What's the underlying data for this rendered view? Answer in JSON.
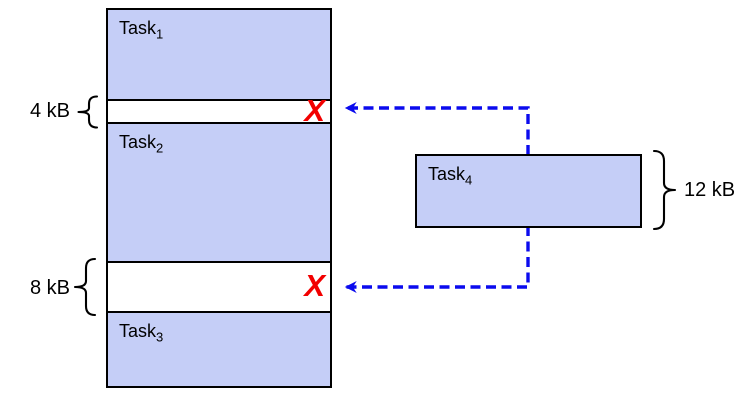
{
  "memory_column": {
    "blocks": [
      {
        "type": "task",
        "label": "Task",
        "subscript": "1"
      },
      {
        "type": "free_gap",
        "size_label": "4 kB",
        "reject_mark": "X"
      },
      {
        "type": "task",
        "label": "Task",
        "subscript": "2"
      },
      {
        "type": "free_gap",
        "size_label": "8 kB",
        "reject_mark": "X"
      },
      {
        "type": "task",
        "label": "Task",
        "subscript": "3"
      }
    ]
  },
  "incoming_task": {
    "label": "Task",
    "subscript": "4",
    "size_label": "12 kB"
  },
  "colors": {
    "task_fill": "#C5CEF7",
    "outline": "#000000",
    "arrow_blue": "#0B0BEE",
    "reject_red": "#F20000"
  }
}
